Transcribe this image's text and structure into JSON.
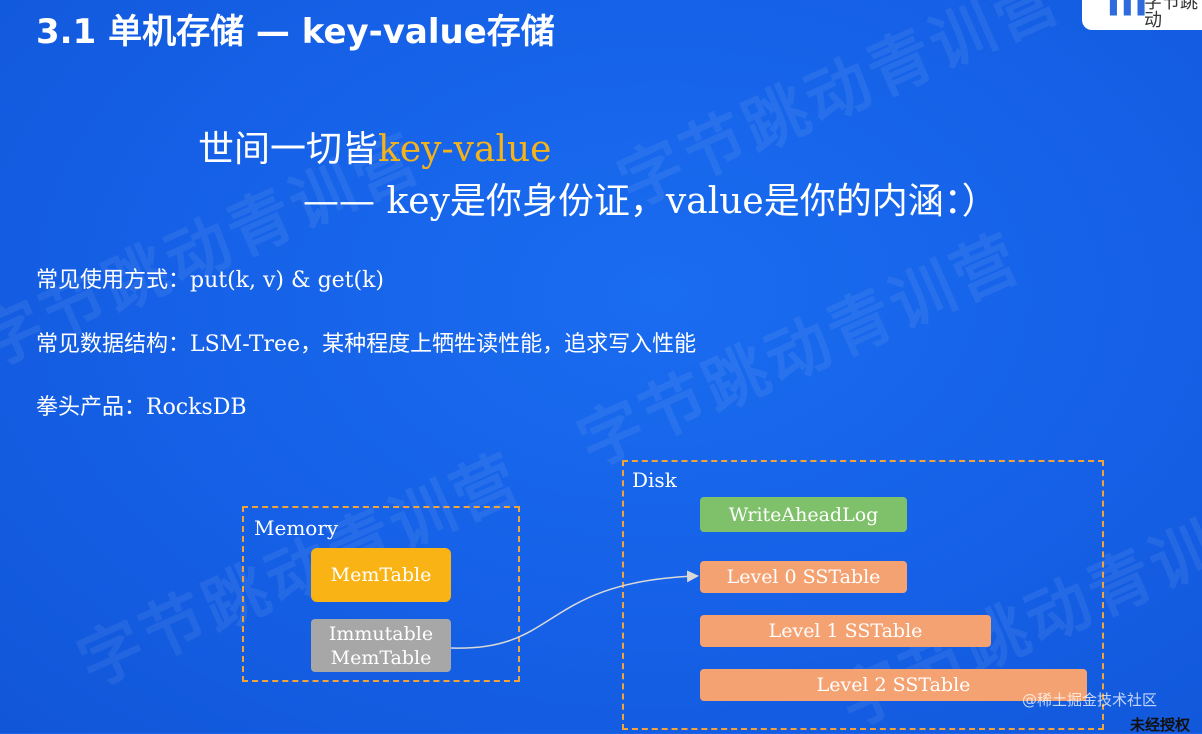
{
  "slide": {
    "title": "3.1 单机存储 — key-value存储",
    "quote_line1_plain": "世间一切皆",
    "quote_line1_highlight": "key-value",
    "quote_line2": "—— key是你身份证，value是你的内涵：）",
    "info_lines": [
      "常见使用方式：put(k, v) & get(k)",
      "常见数据结构：LSM-Tree，某种程度上牺牲读性能，追求写入性能",
      "拳头产品：RocksDB"
    ],
    "watermark": "字节跳动青训营",
    "logo_text": "字节跳动"
  },
  "diagram": {
    "memory_label": "Memory",
    "disk_label": "Disk",
    "memtable": "MemTable",
    "immutable_line1": "Immutable",
    "immutable_line2": "MemTable",
    "wal": "WriteAheadLog",
    "level0": "Level 0 SSTable",
    "level1": "Level 1 SSTable",
    "level2": "Level 2 SSTable"
  },
  "footer": {
    "source": "@稀土掘金技术社区",
    "notice": "未经授权"
  },
  "colors": {
    "background": "#1664e8",
    "highlight": "#f5b31a",
    "memtable": "#f9b315",
    "immutable": "#a7a7a7",
    "wal": "#7fc16a",
    "sstable": "#f4a272",
    "dashed_border": "#f2a33a"
  }
}
